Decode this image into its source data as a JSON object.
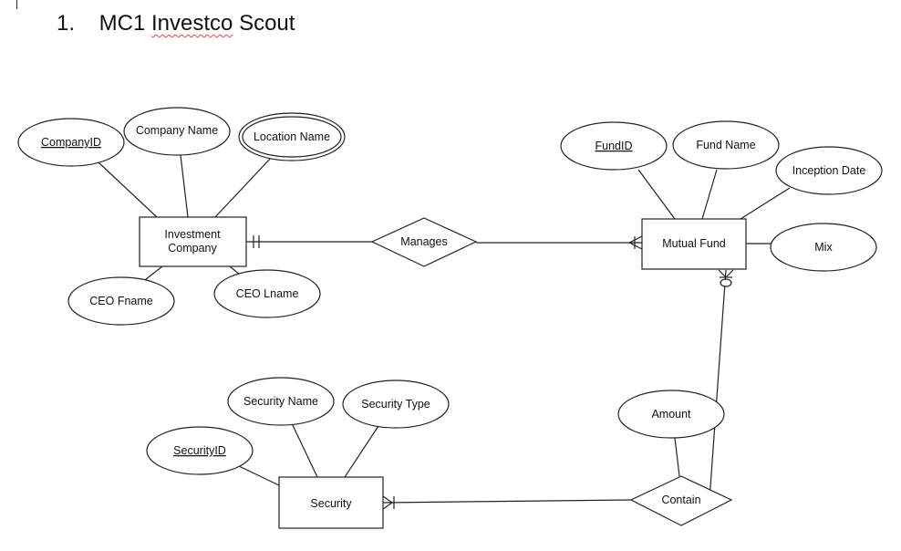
{
  "heading": {
    "number": "1.",
    "title_part1": "MC1",
    "title_part2": "Investco",
    "title_part3": "Scout"
  },
  "entities": {
    "investment_company": {
      "line1": "Investment",
      "line2": "Company"
    },
    "mutual_fund": "Mutual Fund",
    "security": "Security"
  },
  "relationships": {
    "manages": "Manages",
    "contain": "Contain"
  },
  "attributes": {
    "company_id": "CompanyID",
    "company_name": "Company Name",
    "location_name": "Location Name",
    "ceo_fname": "CEO Fname",
    "ceo_lname": "CEO Lname",
    "fund_id": "FundID",
    "fund_name": "Fund Name",
    "inception_date": "Inception Date",
    "mix": "Mix",
    "amount": "Amount",
    "security_name": "Security Name",
    "security_type": "Security Type",
    "security_id": "SecurityID"
  },
  "colors": {
    "line": "#222222",
    "spellcheck": "#e0483f"
  }
}
